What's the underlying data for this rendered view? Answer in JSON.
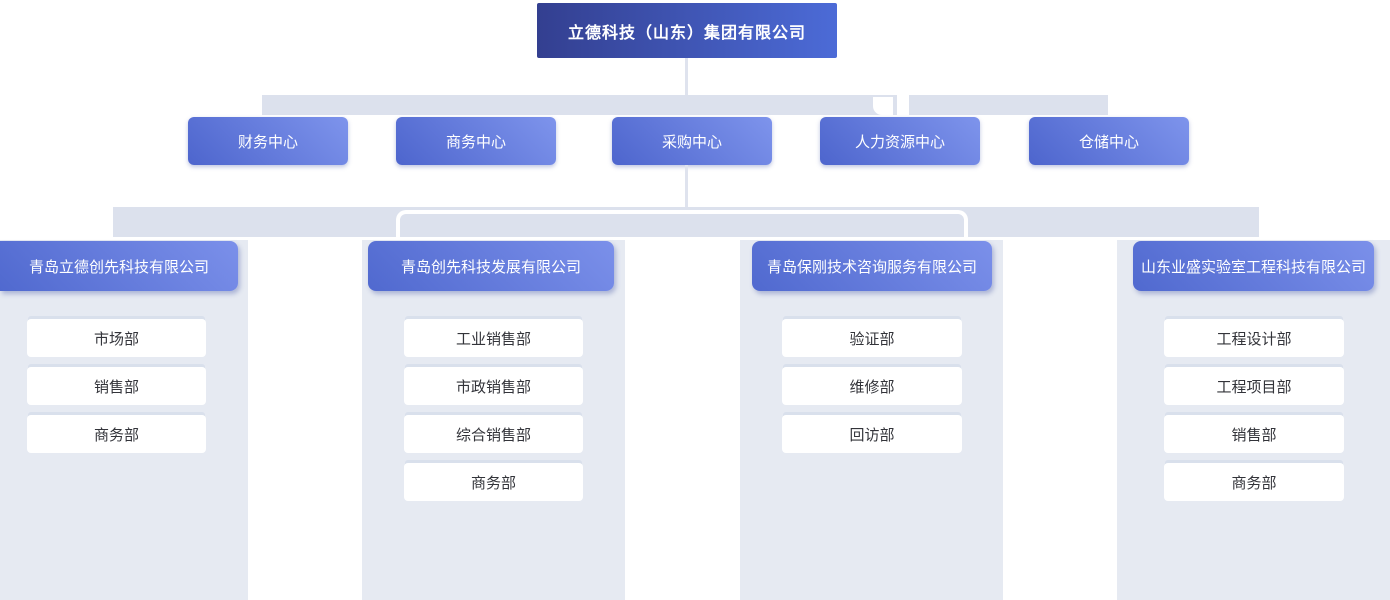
{
  "colors": {
    "root_gradient_start": "#333f90",
    "root_gradient_end": "#4c6bd7",
    "node_gradient_start": "#4d65cd",
    "node_gradient_end": "#7e94ec",
    "connector_band": "#dce1ed",
    "column_panel": "#e6eaf2",
    "department_bg": "#ffffff",
    "department_text": "#33343a",
    "node_text": "#ffffff"
  },
  "root": {
    "label": "立德科技（山东）集团有限公司"
  },
  "centers": [
    {
      "label": "财务中心"
    },
    {
      "label": "商务中心"
    },
    {
      "label": "采购中心"
    },
    {
      "label": "人力资源中心"
    },
    {
      "label": "仓储中心"
    }
  ],
  "subsidiaries": [
    {
      "label": "青岛立德创先科技有限公司",
      "departments": [
        "市场部",
        "销售部",
        "商务部"
      ]
    },
    {
      "label": "青岛创先科技发展有限公司",
      "departments": [
        "工业销售部",
        "市政销售部",
        "综合销售部",
        "商务部"
      ]
    },
    {
      "label": "青岛保刚技术咨询服务有限公司",
      "departments": [
        "验证部",
        "维修部",
        "回访部"
      ]
    },
    {
      "label": "山东业盛实验室工程科技有限公司",
      "departments": [
        "工程设计部",
        "工程项目部",
        "销售部",
        "商务部"
      ]
    }
  ]
}
